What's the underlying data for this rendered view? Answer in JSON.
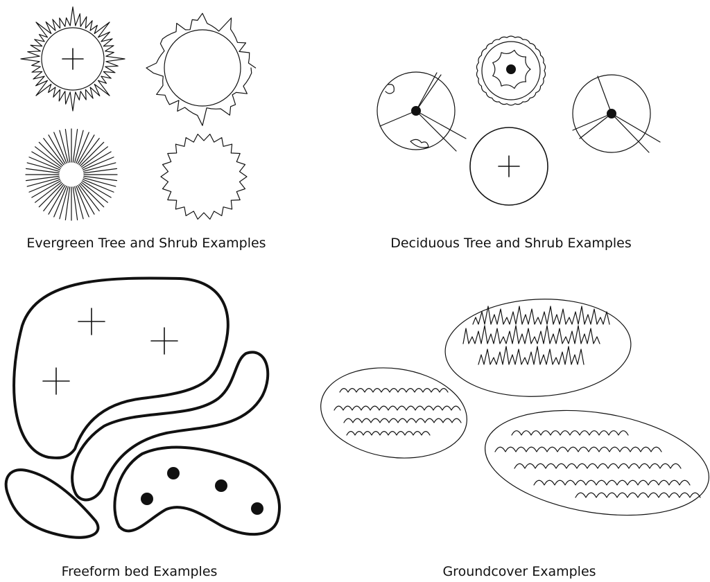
{
  "sections": {
    "evergreen": {
      "caption": "Evergreen Tree and Shrub Examples"
    },
    "deciduous": {
      "caption": "Deciduous Tree and Shrub Examples"
    },
    "freeform": {
      "caption": "Freeform bed Examples"
    },
    "groundcover": {
      "caption": "Groundcover Examples"
    }
  },
  "colors": {
    "ink": "#111111",
    "background": "#ffffff"
  }
}
